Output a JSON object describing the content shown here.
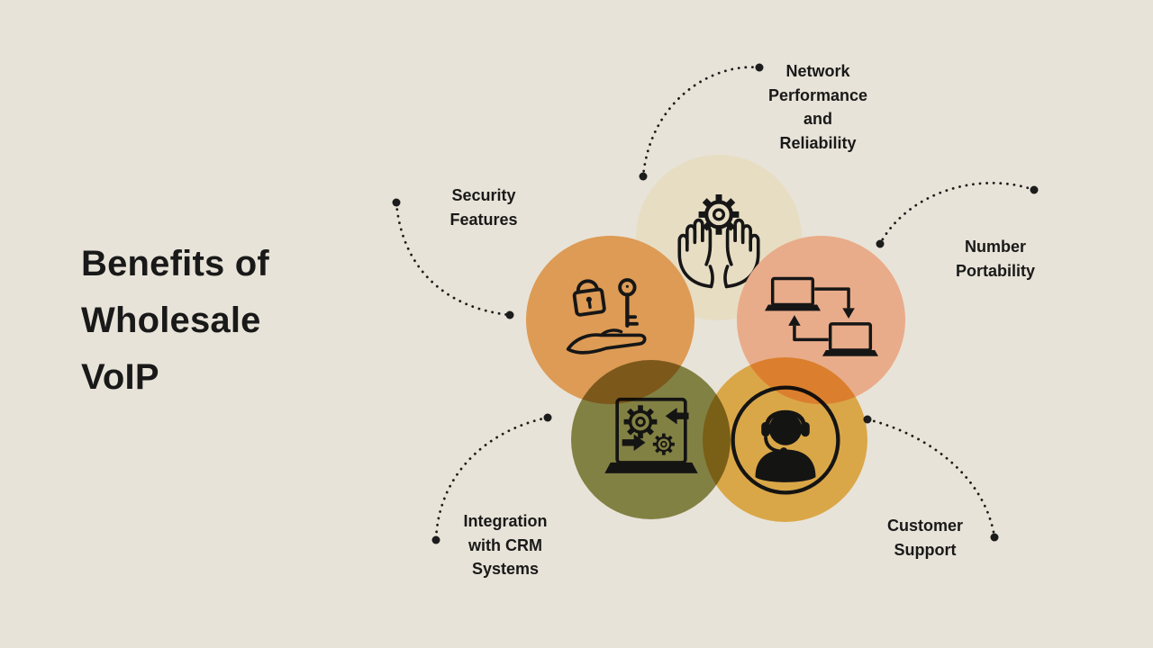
{
  "colors": {
    "background": "#e8e3d8",
    "text": "#191919",
    "line": "#1c1c1c"
  },
  "title": "Benefits of\nWholesale\nVoIP",
  "items": [
    {
      "name": "network-performance",
      "label": "Network\nPerformance\nand\nReliability",
      "circle_color": "#e7ddc3",
      "icon": "hands-holding-gear-icon"
    },
    {
      "name": "security-features",
      "label": "Security\nFeatures",
      "circle_color": "#dd9b55",
      "icon": "lock-key-hand-icon"
    },
    {
      "name": "number-portability",
      "label": "Number\nPortability",
      "circle_color": "#e9ac8a",
      "icon": "laptop-transfer-icon"
    },
    {
      "name": "crm-integration",
      "label": "Integration\nwith CRM\nSystems",
      "circle_color": "#8f9150",
      "icon": "laptop-gears-icon"
    },
    {
      "name": "customer-support",
      "label": "Customer\nSupport",
      "circle_color": "#f0bc55",
      "icon": "headset-agent-icon"
    }
  ]
}
